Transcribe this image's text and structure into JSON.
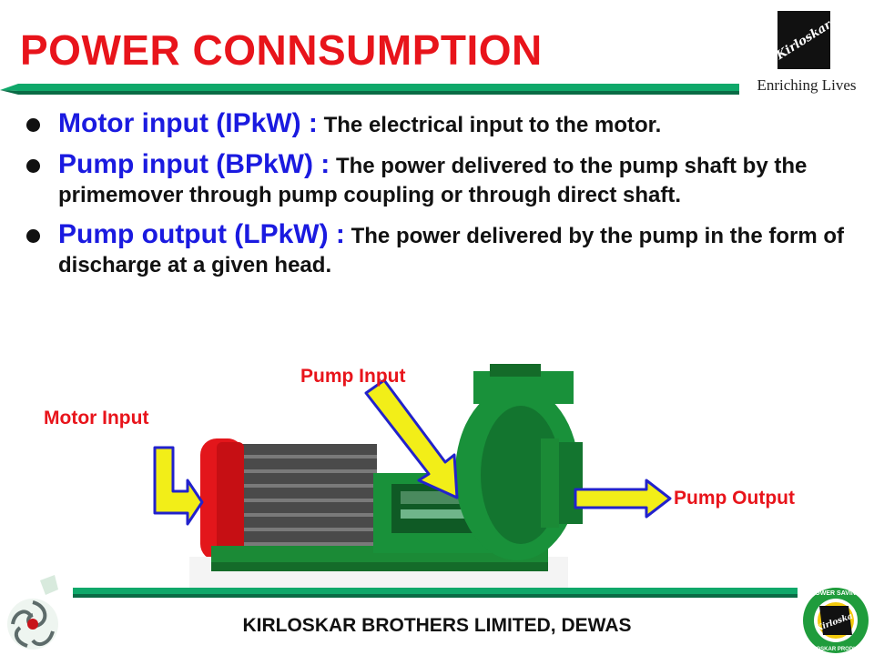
{
  "slide": {
    "title": "POWER CONNSUMPTION",
    "brand": {
      "logo_text": "Kirloskar",
      "tagline": "Enriching Lives",
      "badge_top_text": "POWER SAVING",
      "badge_bottom_text": "KIRLOSKAR PRODUCTS"
    },
    "bullets": [
      {
        "term": "Motor input (IPkW) :",
        "text": " The electrical input to the motor."
      },
      {
        "term": "Pump input (BPkW) :",
        "text": " The power delivered to the pump shaft by the primemover through pump coupling or through direct shaft."
      },
      {
        "term": "Pump output (LPkW) :",
        "text": " The power delivered by the pump in the form of discharge at a given head."
      }
    ],
    "diagram": {
      "motor_input_label": "Motor Input",
      "pump_input_label": "Pump Input",
      "pump_output_label": "Pump Output"
    },
    "footer": "KIRLOSKAR BROTHERS LIMITED, DEWAS"
  },
  "colors": {
    "title": "#e8141b",
    "term": "#1a1ae0",
    "rule": "#0fa86a",
    "motor_red": "#e3161b",
    "motor_body": "#4a4a4a",
    "pump_green": "#19913a",
    "arrow_fill": "#f2ee18",
    "arrow_stroke": "#2222cc"
  }
}
